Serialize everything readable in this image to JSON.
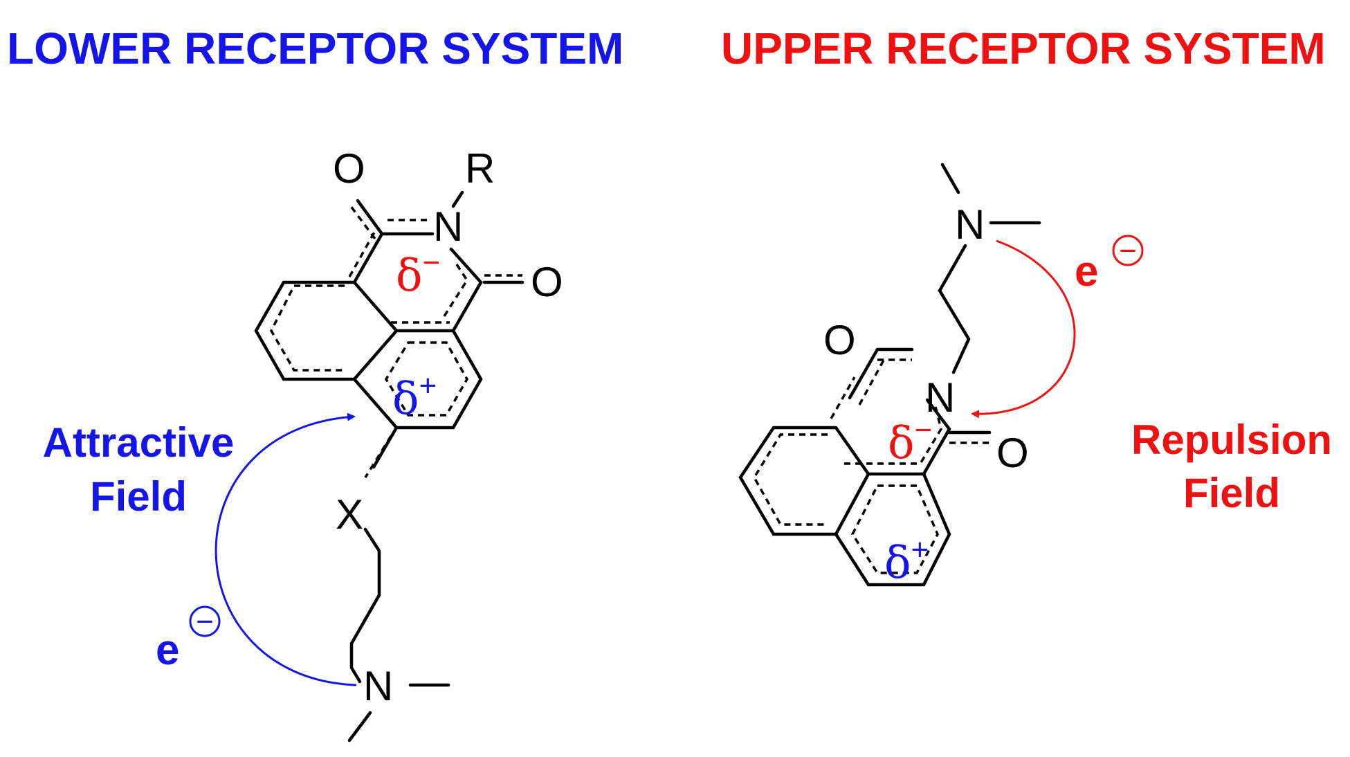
{
  "colors": {
    "lower": "#1515e8",
    "upper": "#ee1111",
    "bond": "#000000"
  },
  "lower": {
    "title": "LOWER RECEPTOR SYSTEM",
    "atoms": {
      "o_top": "O",
      "r_group": "R",
      "n_imide": "N",
      "o_right": "O",
      "x_linker": "X",
      "n_amine": "N"
    },
    "delta_minus": {
      "symbol": "δ",
      "sign": "−"
    },
    "delta_plus": {
      "symbol": "δ",
      "sign": "+"
    },
    "field_line1": "Attractive",
    "field_line2": "Field",
    "electron": "e",
    "electron_charge": "−"
  },
  "upper": {
    "title": "UPPER RECEPTOR SYSTEM",
    "atoms": {
      "n_amine": "N",
      "o_top": "O",
      "n_imide": "N",
      "o_right": "O"
    },
    "delta_minus": {
      "symbol": "δ",
      "sign": "−"
    },
    "delta_plus": {
      "symbol": "δ",
      "sign": "+"
    },
    "field_line1": "Repulsion",
    "field_line2": "Field",
    "electron": "e",
    "electron_charge": "−"
  }
}
